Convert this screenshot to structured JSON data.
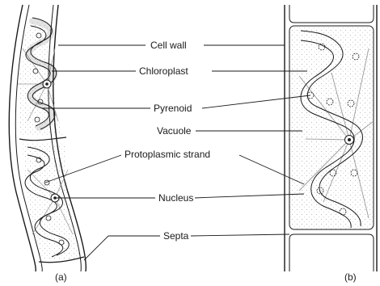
{
  "figure": {
    "labels": {
      "cell_wall": "Cell wall",
      "chloroplast": "Chloroplast",
      "pyrenoid": "Pyrenoid",
      "vacuole": "Vacuole",
      "protoplasmic_strand": "Protoplasmic strand",
      "nucleus": "Nucleus",
      "septa": "Septa"
    },
    "captions": {
      "left": "(a)",
      "right": "(b)"
    }
  },
  "colors": {
    "ink": "#1a1a1a",
    "stipple": "#8a8a8a",
    "strand": "#9a9a9a"
  }
}
